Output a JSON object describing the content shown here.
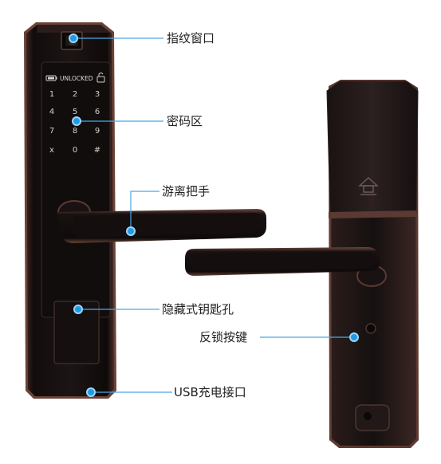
{
  "keypad": {
    "status_text": "UNLOCKED",
    "keys": [
      "1",
      "2",
      "3",
      "4",
      "5",
      "6",
      "7",
      "8",
      "9",
      "x",
      "0",
      "#"
    ]
  },
  "callouts": [
    {
      "id": "fingerprint-window",
      "text": "指纹窗口"
    },
    {
      "id": "password-area",
      "text": "密码区"
    },
    {
      "id": "free-handle",
      "text": "游离把手"
    },
    {
      "id": "hidden-keyhole",
      "text": "隐藏式钥匙孔"
    },
    {
      "id": "anti-lock-button",
      "text": "反锁按键"
    },
    {
      "id": "usb-charging-port",
      "text": "USB充电接口"
    }
  ],
  "colors": {
    "accent_dot": "#1e9be8",
    "callout_line": "#4aa8e6",
    "body_dark": "#1a1313",
    "rim_bronze": "#7a4e3e"
  }
}
